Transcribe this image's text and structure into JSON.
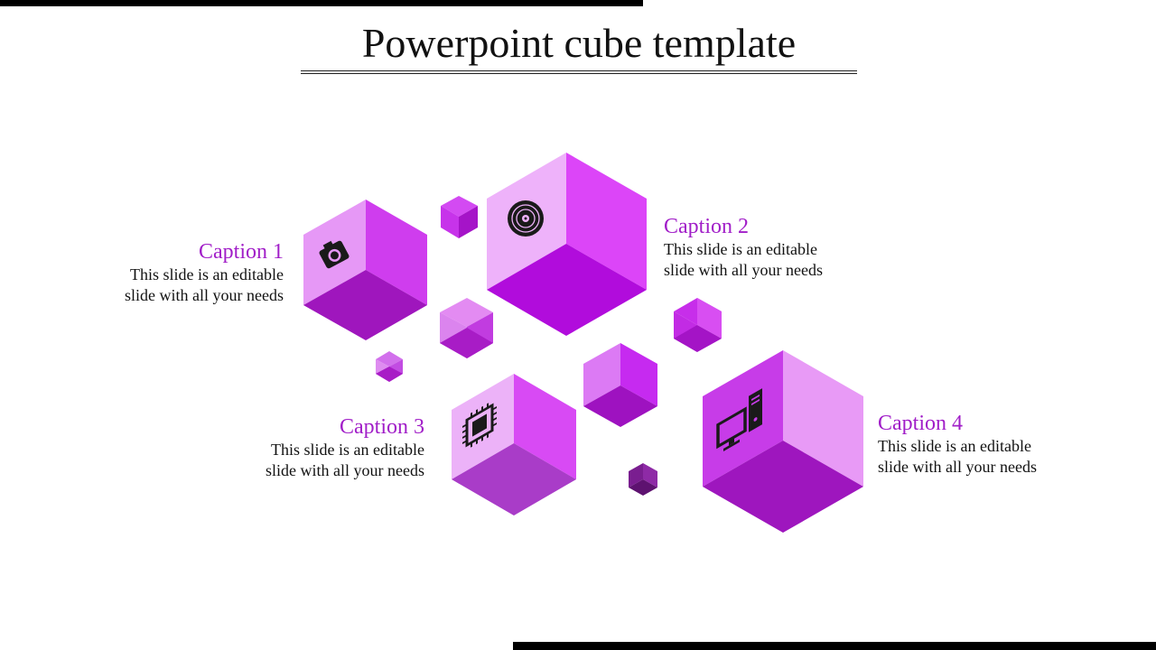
{
  "title": "Powerpoint cube template",
  "colors": {
    "caption_color": "#A11EC8",
    "bar_color": "#000000"
  },
  "captions": [
    {
      "heading": "Caption 1",
      "line1": "This slide is an editable",
      "line2": "slide with all your needs"
    },
    {
      "heading": "Caption 2",
      "line1": "This slide is an editable",
      "line2": "slide with all your needs"
    },
    {
      "heading": "Caption 3",
      "line1": "This slide is an editable",
      "line2": "slide with all your needs"
    },
    {
      "heading": "Caption 4",
      "line1": "This slide is an editable",
      "line2": "slide with all your needs"
    }
  ],
  "icons": [
    "camera-icon",
    "vinyl-record-icon",
    "cpu-chip-icon",
    "desktop-computer-icon"
  ]
}
